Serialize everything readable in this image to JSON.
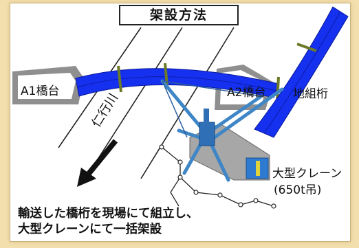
{
  "title": "架設方法",
  "labels": {
    "a1": "A1橋台",
    "a2": "A2橋台",
    "jigumi": "地組桁",
    "river": "仁行川",
    "crane_name": "大型クレーン",
    "crane_cap": "(650t吊)"
  },
  "caption": {
    "line1": "輸送した橋桁を現場にて組立し、",
    "line2": "大型クレーンにて一括架設"
  },
  "colors": {
    "girder": "#1530ee",
    "crane": "#3f86c7",
    "base": "#a7a7a7",
    "abutment": "#8f8f8f",
    "background": "#f3dfae"
  }
}
